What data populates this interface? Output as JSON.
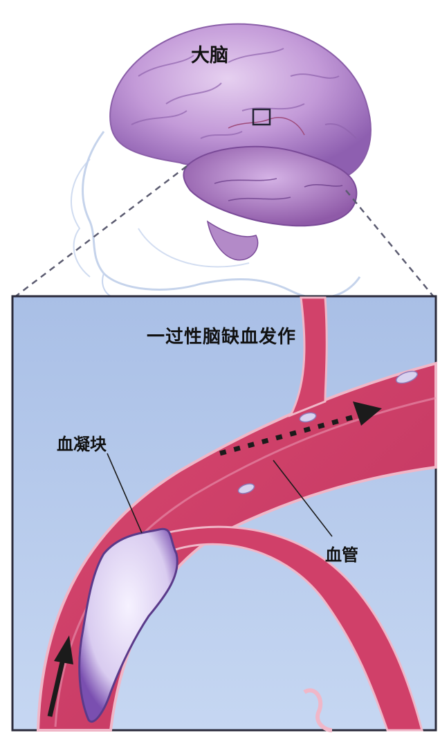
{
  "labels": {
    "brain": "大脑",
    "title": "一过性脑缺血发作",
    "clot": "血凝块",
    "vessel": "血管"
  },
  "colors": {
    "brain": "#b98fd0",
    "head_outline": "#b7c8e6",
    "panel_background": "#b9cdee",
    "panel_border": "#2a2a3a",
    "vessel": "#cc3f68",
    "vessel_highlight": "#ea94b0",
    "clot": "#e7e0f6",
    "arrow": "#1b1b1b"
  },
  "icons": {
    "flow_arrow_bottom": "upward-arrow-icon",
    "flow_arrow_dotted": "dotted-right-arrow-icon"
  }
}
